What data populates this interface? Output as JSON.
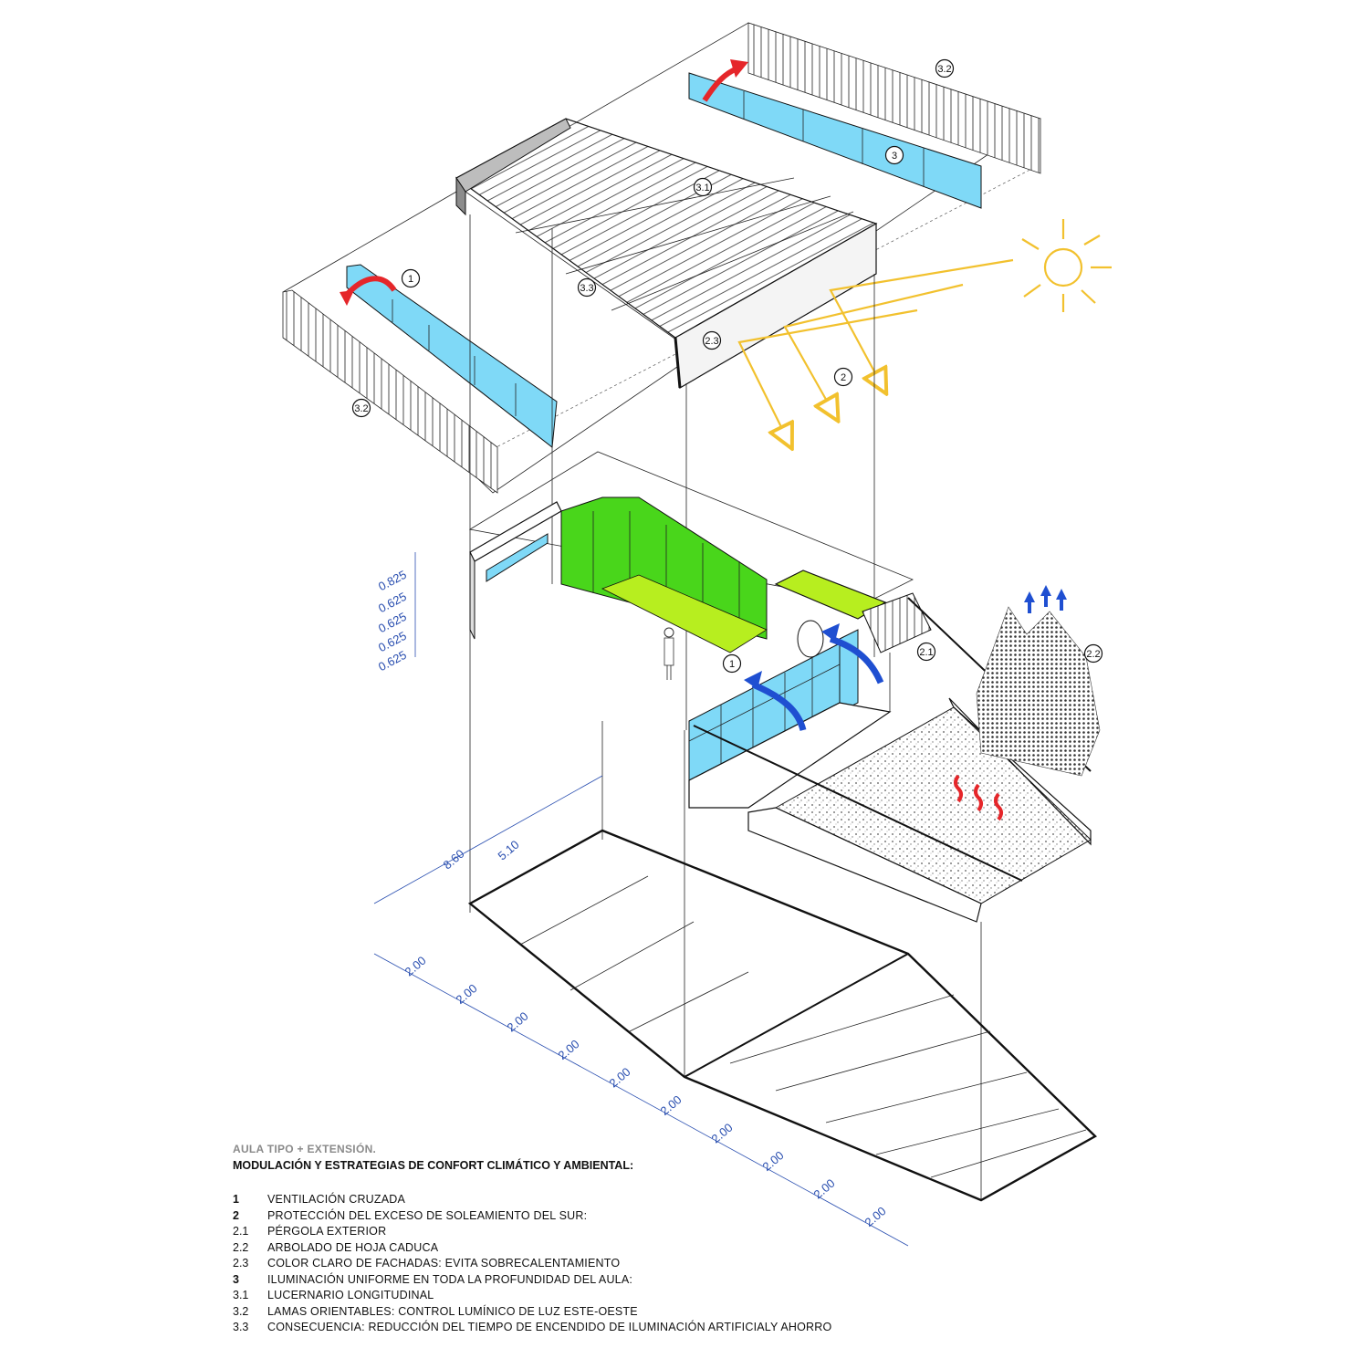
{
  "colors": {
    "glass": "#7fd9f7",
    "green_wall": "#49d61b",
    "green_floor": "#b7ee1f",
    "sun": "#f2c12e",
    "warm_arrow": "#e5262a",
    "cool_arrow": "#1f4fd1",
    "dimension": "#2a4fb0"
  },
  "callouts": {
    "c1_roof": "1",
    "c2_sun": "2",
    "c3_glazing": "3",
    "c31_skylight": "3.1",
    "c32_left": "3.2",
    "c32_right": "3.2",
    "c33": "3.3",
    "c23": "2.3",
    "c1_room": "1",
    "c21": "2.1",
    "c22": "2.2"
  },
  "dimensions": {
    "vertical": [
      "0.825",
      "0.625",
      "0.625",
      "0.625",
      "0.625"
    ],
    "depth": [
      "8.60",
      "5.10"
    ],
    "grid": [
      "2.00",
      "2.00",
      "2.00",
      "2.00",
      "2.00",
      "2.00",
      "2.00",
      "2.00",
      "2.00",
      "2.00"
    ]
  },
  "legend": {
    "title": "AULA TIPO + EXTENSIÓN.",
    "subtitle": "MODULACIÓN Y ESTRATEGIAS DE CONFORT CLIMÁTICO Y AMBIENTAL:",
    "items": [
      {
        "num": "1",
        "text": "VENTILACIÓN CRUZADA"
      },
      {
        "num": "2",
        "text": "PROTECCIÓN DEL EXCESO DE SOLEAMIENTO DEL SUR:"
      },
      {
        "num": "2.1",
        "text": "PÉRGOLA EXTERIOR"
      },
      {
        "num": "2.2",
        "text": "ARBOLADO DE HOJA CADUCA"
      },
      {
        "num": "2.3",
        "text": "COLOR CLARO DE FACHADAS: EVITA SOBRECALENTAMIENTO"
      },
      {
        "num": "3",
        "text": "ILUMINACIÓN UNIFORME EN TODA LA PROFUNDIDAD DEL AULA:"
      },
      {
        "num": "3.1",
        "text": "LUCERNARIO LONGITUDINAL"
      },
      {
        "num": "3.2",
        "text": "LAMAS ORIENTABLES: CONTROL LUMÍNICO DE LUZ ESTE-OESTE"
      },
      {
        "num": "3.3",
        "text": "CONSECUENCIA: REDUCCIÓN DEL TIEMPO DE ENCENDIDO DE ILUMINACIÓN ARTIFICIALY AHORRO"
      }
    ]
  }
}
